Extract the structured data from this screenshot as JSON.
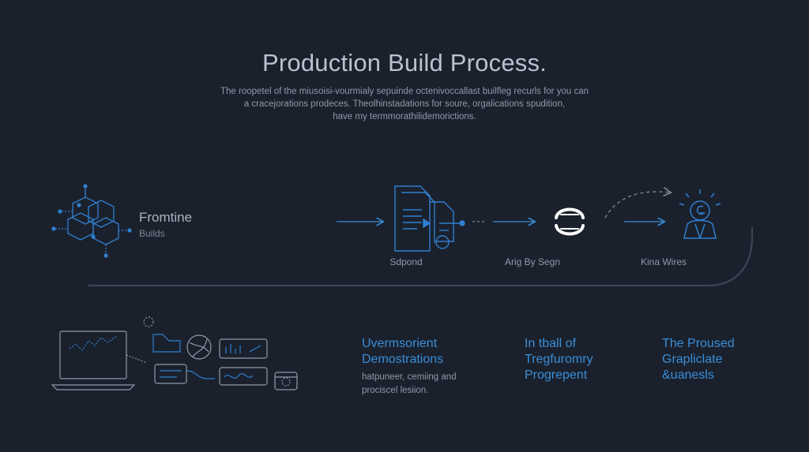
{
  "header": {
    "title": "Production Build Process.",
    "subtitle_lines": [
      "The roopetel of the miusoisi-vourmialy sepuinde octenivoccallast builfleg recurls for you can",
      "a cracejorations prodeces. Theolhinstadations for soure, orgalications spudition,",
      "have my termmorathilidemorictions."
    ]
  },
  "flow": {
    "source": {
      "title": "Fromtine",
      "subtitle": "Builds",
      "icon": "network-cube-icon"
    },
    "steps": [
      {
        "label": "Sdpond",
        "icon": "document-flow-icon"
      },
      {
        "label": "Arig By Segn",
        "icon": "link-symbol-icon"
      },
      {
        "label": "Kina Wires",
        "icon": "person-badge-icon"
      }
    ]
  },
  "bottom": {
    "columns": [
      {
        "heading_lines": [
          "Uvermsorient",
          "Demostrations"
        ],
        "body_lines": [
          "hatpuneer, cemiing and",
          "prociscel lesiion."
        ]
      },
      {
        "heading_lines": [
          "In tball of",
          "Tregfuromry",
          "Progrepent"
        ],
        "body_lines": []
      },
      {
        "heading_lines": [
          "The Proused",
          "Grapliclate",
          "&uanesls"
        ],
        "body_lines": []
      }
    ]
  },
  "colors": {
    "background": "#1a212d",
    "accent_blue": "#3a8ed8",
    "text_gray": "#8f99a8",
    "white_icon": "#ffffff"
  }
}
